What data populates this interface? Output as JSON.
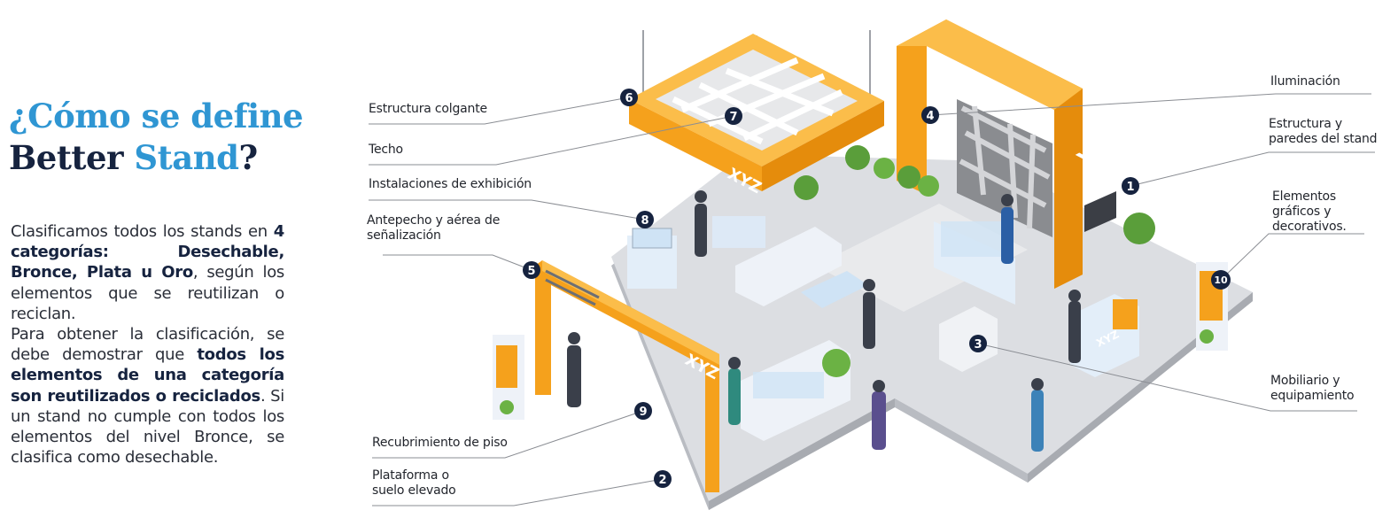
{
  "title": {
    "line1": "¿Cómo se define",
    "line2_a": "Better",
    "line2_b": "Stand",
    "line2_c": "?"
  },
  "intro": {
    "p1_a": "Clasificamos todos los stands en ",
    "p1_b": "4 categorías: Desechable, Bronce, Plata u Oro",
    "p1_c": ", según los elementos que se reutilizan o reciclan.",
    "p2_a": "Para obtener la clasificación, se debe demostrar que ",
    "p2_b": "todos los elementos de una categoría son reutilizados o reciclados",
    "p2_c": ". Si un stand no cumple con todos los elementos del nivel Bronce, se clasifica como desechable."
  },
  "colors": {
    "accent_blue": "#2f96d3",
    "navy": "#16233f",
    "orange": "#f5a11c",
    "floor_gray": "#d7d9dd"
  },
  "callouts": [
    {
      "num": "1",
      "label": "Estructura y paredes del stand"
    },
    {
      "num": "2",
      "label": "Plataforma o suelo elevado"
    },
    {
      "num": "3",
      "label": "Mobiliario y equipamiento"
    },
    {
      "num": "4",
      "label": "Iluminación"
    },
    {
      "num": "5",
      "label": "Antepecho y aérea de señalización"
    },
    {
      "num": "6",
      "label": "Estructura colgante"
    },
    {
      "num": "7",
      "label": "Techo"
    },
    {
      "num": "8",
      "label": "Instalaciones de exhibición"
    },
    {
      "num": "9",
      "label": "Recubrimiento de piso"
    },
    {
      "num": "10",
      "label": "Elementos gráficos y decorativos."
    }
  ],
  "brand_text": "XYZ"
}
